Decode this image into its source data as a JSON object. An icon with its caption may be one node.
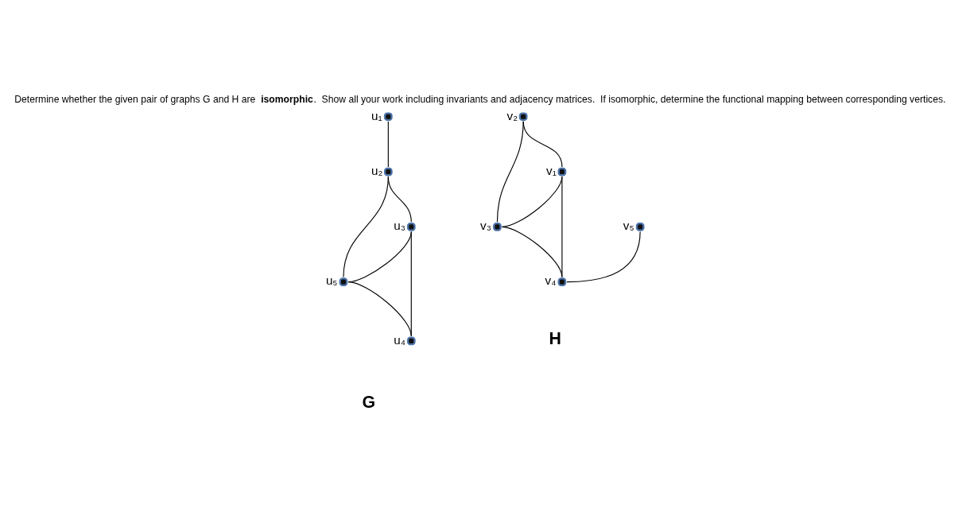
{
  "diagram": {
    "title": "Determine whether the given pair of graphs G and H are **isomorphic**.  Show all your work including invariants and adjacency matrices.  If isomorphic, determine the functional mapping between corresponding vertices.",
    "nodes": [
      {
        "text": [],
        "shape": "circle",
        "beside": [
          "u₁"
        ]
      },
      {
        "text": [],
        "shape": "circle",
        "beside": [
          "u₂"
        ]
      },
      {
        "text": [],
        "shape": "circle",
        "beside": [
          "u₃"
        ]
      },
      {
        "text": [],
        "shape": "circle",
        "beside": [
          "u₅"
        ]
      },
      {
        "text": [],
        "shape": "circle",
        "beside": [
          "u₄"
        ]
      },
      {
        "text": [],
        "shape": "circle",
        "beside": [
          "v₂"
        ]
      },
      {
        "text": [],
        "shape": "circle",
        "beside": [
          "v₁"
        ]
      },
      {
        "text": [],
        "shape": "circle",
        "beside": [
          "v₃"
        ]
      },
      {
        "text": [],
        "shape": "circle",
        "beside": [
          "v₅"
        ]
      },
      {
        "text": [],
        "shape": "circle",
        "beside": [
          "v₄"
        ]
      }
    ],
    "edges": [
      {
        "from": 0,
        "to": 1,
        "arrow": "none"
      },
      {
        "from": 1,
        "to": 2,
        "arrow": "none"
      },
      {
        "from": 1,
        "to": 3,
        "arrow": "none"
      },
      {
        "from": 2,
        "to": 3,
        "arrow": "none"
      },
      {
        "from": 2,
        "to": 4,
        "arrow": "none"
      },
      {
        "from": 3,
        "to": 4,
        "arrow": "none"
      },
      {
        "from": 5,
        "to": 6,
        "arrow": "none"
      },
      {
        "from": 5,
        "to": 7,
        "arrow": "none"
      },
      {
        "from": 6,
        "to": 7,
        "arrow": "none"
      },
      {
        "from": 6,
        "to": 9,
        "arrow": "none"
      },
      {
        "from": 7,
        "to": 9,
        "arrow": "none"
      },
      {
        "from": 8,
        "to": 9,
        "arrow": "none"
      }
    ],
    "labels": [
      "G",
      "H"
    ]
  }
}
